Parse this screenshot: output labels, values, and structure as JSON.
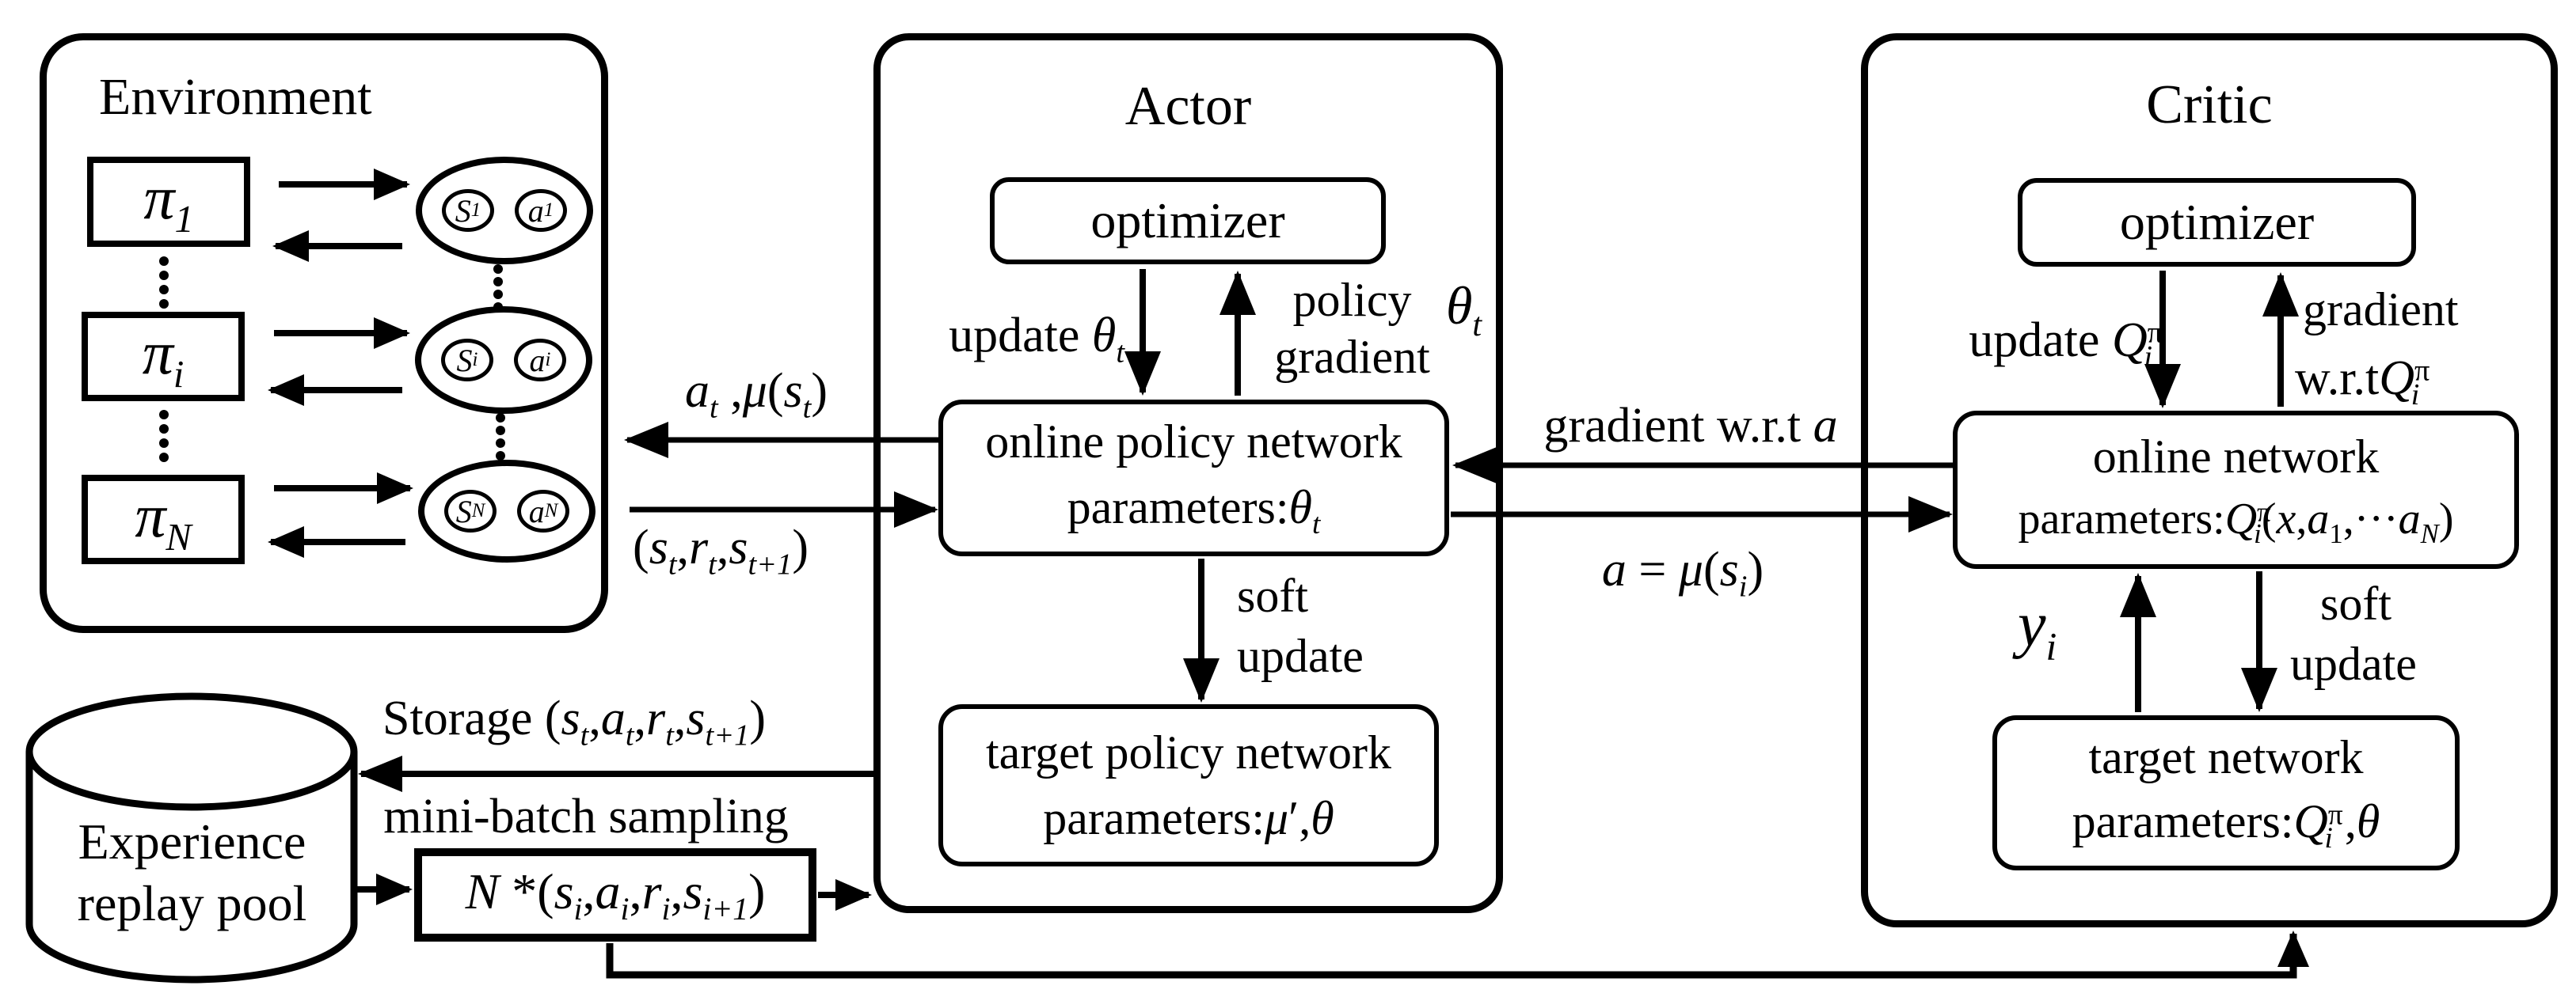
{
  "colors": {
    "ink": "#000000",
    "background": "#ffffff"
  },
  "environment": {
    "title": "Environment",
    "rows": [
      {
        "pi": [
          [
            "i",
            "π"
          ],
          [
            "isub",
            "1"
          ]
        ],
        "s": [
          [
            "i",
            "S"
          ],
          [
            "isub",
            "1"
          ]
        ],
        "a": [
          [
            "i",
            "a"
          ],
          [
            "isub",
            "1"
          ]
        ]
      },
      {
        "pi": [
          [
            "i",
            "π"
          ],
          [
            "isub",
            "i"
          ]
        ],
        "s": [
          [
            "i",
            "S"
          ],
          [
            "isub",
            "i"
          ]
        ],
        "a": [
          [
            "i",
            "a"
          ],
          [
            "isub",
            "i"
          ]
        ]
      },
      {
        "pi": [
          [
            "i",
            "π"
          ],
          [
            "isub",
            "N"
          ]
        ],
        "s": [
          [
            "i",
            "S"
          ],
          [
            "isub",
            "N"
          ]
        ],
        "a": [
          [
            "i",
            "a"
          ],
          [
            "isub",
            "N"
          ]
        ]
      }
    ]
  },
  "actor": {
    "title": "Actor",
    "optimizer": "optimizer",
    "update": [
      [
        "n",
        "update "
      ],
      [
        "i",
        "θ"
      ],
      [
        "isub",
        "t"
      ]
    ],
    "pg1": "policy",
    "pg2": "gradient",
    "theta": [
      [
        "i",
        "θ"
      ],
      [
        "isub",
        "t"
      ]
    ],
    "online1": "online policy network",
    "online2": [
      [
        "n",
        "parameters:"
      ],
      [
        "i",
        "θ"
      ],
      [
        "isub",
        "t"
      ]
    ],
    "soft1": "soft",
    "soft2": "update",
    "target1": "target policy network",
    "target2": [
      [
        "n",
        "parameters:"
      ],
      [
        "i",
        "μ"
      ],
      [
        "n",
        "′,"
      ],
      [
        "i",
        "θ"
      ]
    ]
  },
  "critic": {
    "title": "Critic",
    "optimizer": "optimizer",
    "update": [
      [
        "n",
        "update "
      ],
      [
        "i",
        "Q"
      ],
      [
        "sup",
        "π"
      ],
      [
        "isubn",
        "i"
      ]
    ],
    "g1": "gradient",
    "g2": [
      [
        "n",
        "w.r.t"
      ],
      [
        "i",
        "Q"
      ],
      [
        "sup",
        "π"
      ],
      [
        "isubn",
        "i"
      ]
    ],
    "online1": "online network",
    "online2": [
      [
        "n",
        "parameters:"
      ],
      [
        "i",
        "Q"
      ],
      [
        "sup",
        "π"
      ],
      [
        "isubn",
        "i"
      ],
      [
        "n",
        "("
      ],
      [
        "i",
        "x"
      ],
      [
        "n",
        ","
      ],
      [
        "i",
        "a"
      ],
      [
        "sub",
        "1"
      ],
      [
        "n",
        ",···"
      ],
      [
        "i",
        "a"
      ],
      [
        "isub",
        "N"
      ],
      [
        "n",
        ")"
      ]
    ],
    "yi": [
      [
        "i",
        "y"
      ],
      [
        "isub",
        "i"
      ]
    ],
    "soft1": "soft",
    "soft2": "update",
    "target1": "target network",
    "target2": [
      [
        "n",
        "parameters:"
      ],
      [
        "i",
        "Q"
      ],
      [
        "sup",
        "π"
      ],
      [
        "isubn",
        "i"
      ],
      [
        "n",
        " ,"
      ],
      [
        "i",
        "θ"
      ]
    ]
  },
  "links": {
    "a_mu": [
      [
        "i",
        "a"
      ],
      [
        "isub",
        "t"
      ],
      [
        "n",
        " ,"
      ],
      [
        "i",
        "μ"
      ],
      [
        "n",
        "("
      ],
      [
        "i",
        "s"
      ],
      [
        "isub",
        "t"
      ],
      [
        "n",
        ")"
      ]
    ],
    "srs": [
      [
        "n",
        "("
      ],
      [
        "i",
        "s"
      ],
      [
        "isub",
        "t"
      ],
      [
        "n",
        ","
      ],
      [
        "i",
        "r"
      ],
      [
        "isub",
        "t"
      ],
      [
        "n",
        ","
      ],
      [
        "i",
        "s"
      ],
      [
        "isub",
        "t+1"
      ],
      [
        "n",
        ")"
      ]
    ],
    "grad_a": [
      [
        "n",
        "gradient w.r.t "
      ],
      [
        "i",
        "a"
      ]
    ],
    "a_eq": [
      [
        "i",
        "a"
      ],
      [
        "n",
        " = "
      ],
      [
        "i",
        "μ"
      ],
      [
        "n",
        "("
      ],
      [
        "i",
        "s"
      ],
      [
        "isub",
        "i"
      ],
      [
        "n",
        ")"
      ]
    ],
    "storage": [
      [
        "n",
        "Storage ("
      ],
      [
        "i",
        "s"
      ],
      [
        "isub",
        "t"
      ],
      [
        "n",
        ","
      ],
      [
        "i",
        "a"
      ],
      [
        "isub",
        "t"
      ],
      [
        "n",
        ","
      ],
      [
        "i",
        "r"
      ],
      [
        "isub",
        "t"
      ],
      [
        "n",
        ","
      ],
      [
        "i",
        "s"
      ],
      [
        "isub",
        "t+1"
      ],
      [
        "n",
        ")"
      ]
    ],
    "minibatch": "mini-batch sampling",
    "batch": [
      [
        "i",
        "N"
      ],
      [
        "n",
        " *("
      ],
      [
        "i",
        "s"
      ],
      [
        "isub",
        "i"
      ],
      [
        "n",
        ","
      ],
      [
        "i",
        "a"
      ],
      [
        "isub",
        "i"
      ],
      [
        "n",
        ","
      ],
      [
        "i",
        "r"
      ],
      [
        "isub",
        "i"
      ],
      [
        "n",
        ","
      ],
      [
        "i",
        "s"
      ],
      [
        "isub",
        "i+1"
      ],
      [
        "n",
        ")"
      ]
    ]
  },
  "pool": {
    "l1": "Experience",
    "l2": "replay pool"
  }
}
